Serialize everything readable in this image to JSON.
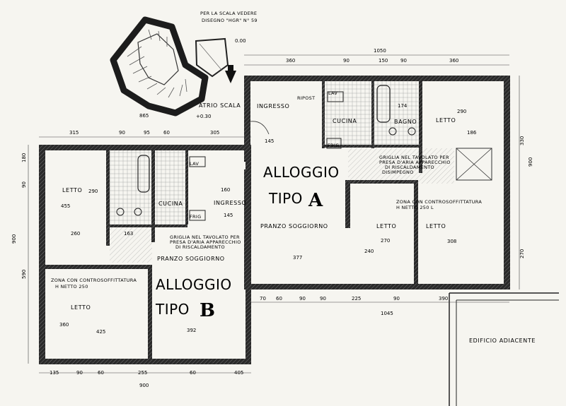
{
  "ref_note": [
    "PER LA SCALA VEDERE",
    "DISEGNO \"HGR\" N° 59"
  ],
  "level_mark": "0.00",
  "level_atrio": "+0.30",
  "atrio": "ATRIO SCALA",
  "apt_a": {
    "title": "ALLOGGIO",
    "tipo": "TIPO",
    "letter": "A"
  },
  "apt_b": {
    "title": "ALLOGGIO",
    "tipo": "TIPO",
    "letter": "B"
  },
  "rooms_a": {
    "ingresso": "INGRESSO",
    "ripost": "RIPOST",
    "lav": "LAV",
    "cucina": "CUCINA",
    "bagno": "BAGNO",
    "letto1": "LETTO",
    "frig": "FRIG",
    "disimpegno": "DISIMPEGNO",
    "griglia": [
      "GRIGLIA NEL TAVOLATO PER",
      "PRESA D'ARIA APPARECCHIO",
      "DI RISCALDAMENTO"
    ],
    "zona": [
      "ZONA CON CONTROSOFFITTATURA",
      "H NETTO 250 L"
    ],
    "pranzo": "PRANZO SOGGIORNO",
    "letto2": "LETTO",
    "letto3": "LETTO"
  },
  "rooms_b": {
    "letto1": "LETTO",
    "lav": "LAV",
    "cucina": "CUCINA",
    "ingresso": "INGRESSO",
    "frig": "FRIG",
    "griglia": [
      "GRIGLIA NEL TAVOLATO PER",
      "PRESA D'ARIA APPARECCHIO",
      "DI RISCALDAMENTO"
    ],
    "pranzo": "PRANZO SOGGIORNO",
    "zona": [
      "ZONA CON CONTROSOFFITTATURA",
      "H NETTO 250"
    ],
    "letto2": "LETTO"
  },
  "edificio": "EDIFICIO ADIACENTE",
  "dims": {
    "top_total": "1050",
    "top_a1": "360",
    "top_a2": "90",
    "top_a3": "150",
    "top_a4": "90",
    "top_a5": "360",
    "left_top": [
      "315",
      "90",
      "95",
      "60",
      "305"
    ],
    "d865": "865",
    "bottom_right_total": "1045",
    "bottom_right": [
      "70",
      "60",
      "90",
      "90",
      "225",
      "90",
      "390"
    ],
    "bottom_left_total": "900",
    "bottom_left": [
      "135",
      "90",
      "60",
      "255",
      "60",
      "405"
    ],
    "right_side": [
      "330",
      "900",
      "270"
    ],
    "left_side": [
      "180",
      "90",
      "900",
      "590"
    ],
    "rooms": {
      "ingresso_a": "145",
      "bagno_a": "174",
      "letto_a1": [
        "290",
        "186"
      ],
      "pranzo_a": "377",
      "letto_a2": [
        "240",
        "270"
      ],
      "letto_a3": "308",
      "letto_b1": [
        "455",
        "290"
      ],
      "dim_260": "260",
      "dim_163": "163",
      "ingresso_b": [
        "160",
        "145"
      ],
      "letto_b2": [
        "360",
        "425"
      ],
      "pranzo_b": "392"
    }
  },
  "colors": {
    "wall": "#1c1c1c",
    "paper": "#f6f5f0",
    "hatch": "#555555",
    "line": "#2a2a2a"
  }
}
